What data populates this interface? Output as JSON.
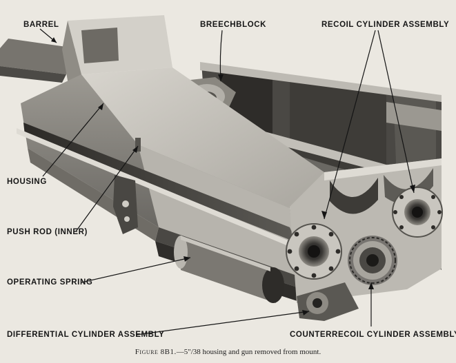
{
  "labels": {
    "barrel": "BARREL",
    "breechblock": "BREECHBLOCK",
    "recoil_cylinder": "RECOIL CYLINDER ASSEMBLY",
    "housing": "HOUSING",
    "push_rod": "PUSH ROD (INNER)",
    "operating_spring": "OPERATING SPRING",
    "differential_cylinder": "DIFFERENTIAL CYLINDER ASSEMBLY",
    "counterrecoil_cylinder": "COUNTERRECOIL CYLINDER ASSEMBLY"
  },
  "caption": {
    "figure_number": "Figure 8B1.",
    "text": "—5\"/38 housing and gun removed from mount."
  },
  "colors": {
    "paper": "#ebe8e1",
    "metal_light": "#c9c6bf",
    "metal_mid": "#8c8982",
    "metal_dark": "#3b3936",
    "ink": "#161616"
  }
}
